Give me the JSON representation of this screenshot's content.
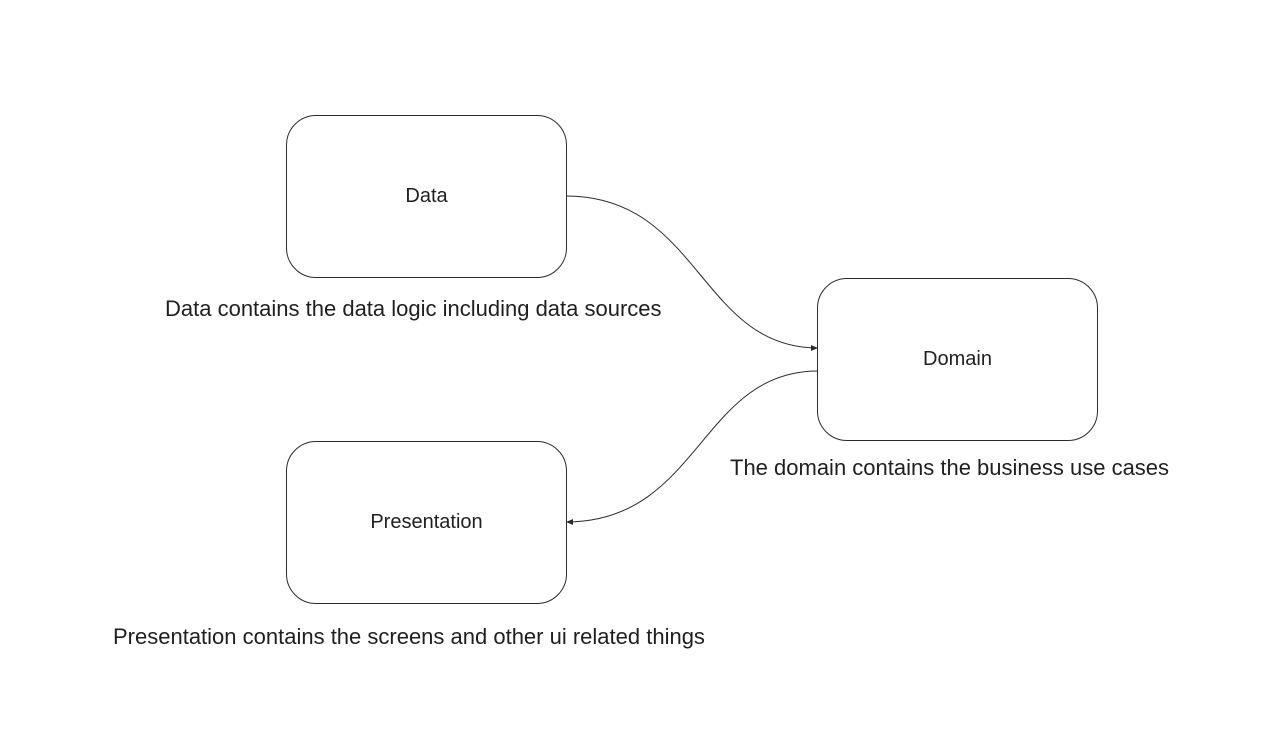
{
  "nodes": {
    "data": {
      "label": "Data"
    },
    "domain": {
      "label": "Domain"
    },
    "presentation": {
      "label": "Presentation"
    }
  },
  "captions": {
    "data": "Data contains the data logic including data sources",
    "domain": "The domain contains the business use cases",
    "presentation": "Presentation contains the screens and other ui related things"
  },
  "edges": [
    {
      "from": "data",
      "to": "domain"
    },
    {
      "from": "domain",
      "to": "presentation"
    }
  ]
}
